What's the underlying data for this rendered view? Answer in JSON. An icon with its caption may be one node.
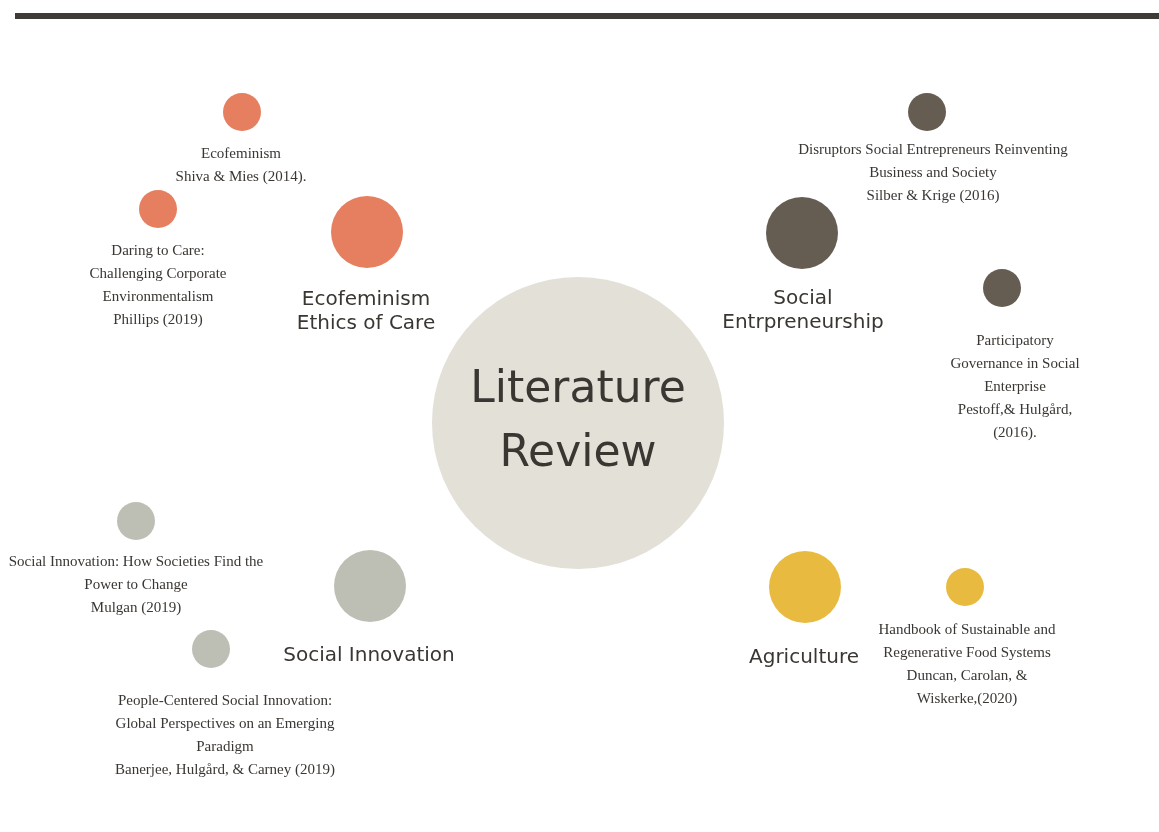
{
  "diagram": {
    "nodes": [
      {
        "text": [
          "Ecofeminism",
          "Shiva & Mies (2014)."
        ]
      },
      {
        "text": [
          "Daring to Care: Challenging Corporate Environmentalism",
          "Phillips (2019)"
        ]
      },
      {
        "text": [
          "Ecofeminism Ethics of Care"
        ]
      },
      {
        "text": [
          "Disruptors Social Entrepreneurs Reinventing Business and Society",
          "Silber & Krige (2016)"
        ]
      },
      {
        "text": [
          "Social Entrpreneurship"
        ]
      },
      {
        "text": [
          "Participatory Governance in Social Enterprise",
          "Pestoff,& Hulgård, (2016)."
        ]
      },
      {
        "text": [
          "Literature Review"
        ]
      },
      {
        "text": [
          "Social Innovation: How Societies Find the Power to Change",
          "Mulgan (2019)"
        ]
      },
      {
        "text": [
          "Social Innovation"
        ]
      },
      {
        "text": [
          "People-Centered Social Innovation: Global Perspectives on an Emerging Paradigm",
          "Banerjee, Hulgård, & Carney (2019)"
        ]
      },
      {
        "text": [
          "Agriculture"
        ]
      },
      {
        "text": [
          "Handbook of Sustainable and Regenerative Food Systems",
          "Duncan, Carolan, & Wiskerke,(2020)"
        ]
      }
    ]
  }
}
